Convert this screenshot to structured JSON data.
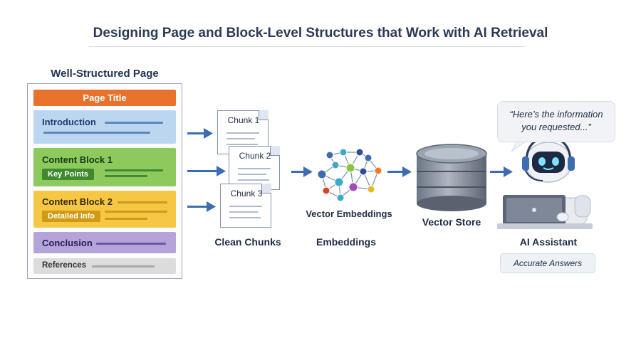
{
  "title": "Designing Page and Block-Level Structures that Work with AI Retrieval",
  "page": {
    "label": "Well-Structured Page",
    "page_title": "Page Title",
    "introduction": "Introduction",
    "content_block_1": "Content Block 1",
    "key_points": "Key Points",
    "content_block_2": "Content Block 2",
    "detailed_info": "Detailed Info",
    "conclusion": "Conclusion",
    "references": "References"
  },
  "chunks": [
    "Chunk 1",
    "Chunk 2",
    "Chunk 3"
  ],
  "captions": {
    "clean_chunks": "Clean Chunks",
    "vector_embeddings": "Vector Embeddings",
    "embeddings": "Embeddings",
    "vector_store": "Vector Store",
    "ai_assistant": "AI Assistant",
    "accurate_answers": "Accurate Answers"
  },
  "bubble": {
    "line1": "“Here’s the information",
    "line2": "you requested...”"
  },
  "colors": {
    "page_title": "#e8722c",
    "introduction": "#b9d4ef",
    "content_block_1": "#8dc85e",
    "key_points": "#3f8a2f",
    "content_block_2": "#f6c744",
    "detailed_info": "#d19a14",
    "conclusion": "#b5a4d9",
    "references": "#dcdcdc",
    "arrow": "#3d6cb2"
  }
}
